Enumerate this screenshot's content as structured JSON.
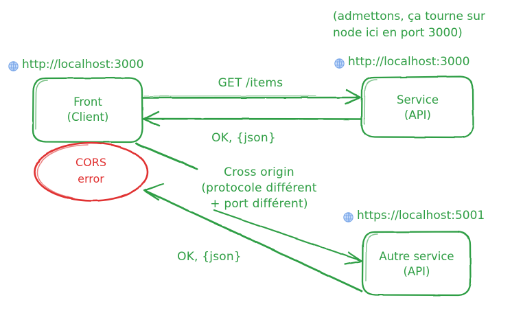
{
  "diagram": {
    "title": "CORS cross-origin diagram",
    "colors": {
      "green": "#2f9e44",
      "red": "#e03131",
      "globe": "#8fb8ef",
      "background": "#ffffff"
    },
    "note": "(admettons, ça tourne sur\nnode ici en port 3000)",
    "urls": {
      "front": "http://localhost:3000",
      "service": "http://localhost:3000",
      "autre_service": "https://localhost:5001"
    },
    "nodes": {
      "front": "Front\n(Client)",
      "service": "Service\n(API)",
      "autre_service": "Autre service\n(API)",
      "cors_error": "CORS\nerror"
    },
    "edges": {
      "get_items": "GET /items",
      "ok_json_top": "OK, {json}",
      "cross_origin": "Cross origin\n(protocole différent\n+ port différent)",
      "ok_json_bottom": "OK, {json}"
    },
    "icons": {
      "globe": "globe-icon"
    }
  }
}
